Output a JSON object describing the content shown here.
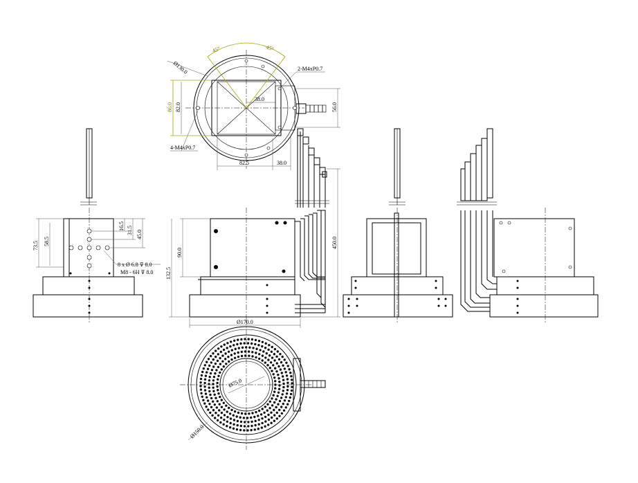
{
  "colors": {
    "line": "#000000",
    "background": "#ffffff",
    "angle_dimension": "#a8a800"
  },
  "top_view": {
    "dia_outer": "Ø130.0",
    "angle_left": "45°",
    "angle_right": "45°",
    "thread_top": "2-M4xP0.7",
    "thread_bottom": "4-M4xP0.7",
    "width_inner": "38.0",
    "height_86": "86.0",
    "height_82": "82.0",
    "height_56": "56.0",
    "bottom_82_5": "82.5",
    "bottom_38": "38.0"
  },
  "left_view": {
    "d73_5": "73.5",
    "d58_5": "58.5",
    "d16_5": "16.5",
    "d31_5": "31.5",
    "d45": "45.0",
    "note_line1": "8 x  Ø 6.8 ⊽ 8.0",
    "note_line2": "M8 - 6H ⊽ 8.0"
  },
  "front_view": {
    "d90": "90.0",
    "d132_5": "132.5",
    "d450": "450.0",
    "dia_base": "Ø170.0"
  },
  "bottom_view": {
    "dia_inner": "Ø75.0",
    "dia_outer": "Ø150.0"
  }
}
